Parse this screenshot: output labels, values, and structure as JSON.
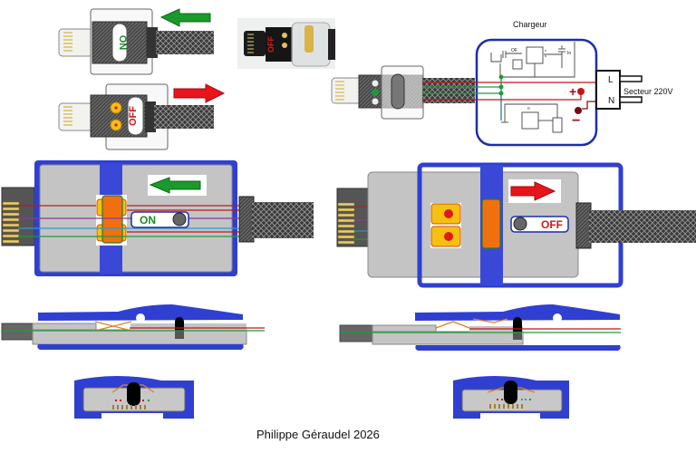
{
  "diagram": {
    "title_charger": "Chargeur",
    "mains_label": "Secteur 220V",
    "terminal_L": "L",
    "terminal_N": "N",
    "polarity_plus": "+",
    "polarity_minus": "−",
    "switch_on_label": "ON",
    "switch_off_label": "OFF",
    "photo_off_label": "OFF",
    "schematic_labels": [
      "OF",
      "In",
      "v",
      "s",
      "R"
    ],
    "credit": "Philippe Géraudel 2026",
    "arrows": {
      "on_direction": "left",
      "off_direction": "right"
    },
    "colors": {
      "housing_blue": "#2f3fd1",
      "body_gray": "#c4c4c4",
      "arrow_green": "#1a9a2a",
      "arrow_red": "#e8141c",
      "wire_red": "#c0161c",
      "wire_purple": "#8a3a9a",
      "wire_blue": "#2a9ad0",
      "wire_green": "#1f9a3a",
      "contact_orange": "#f07010",
      "contact_yellow": "#f5c010",
      "text_on": "#1d8a2a",
      "text_off": "#d01818"
    }
  }
}
